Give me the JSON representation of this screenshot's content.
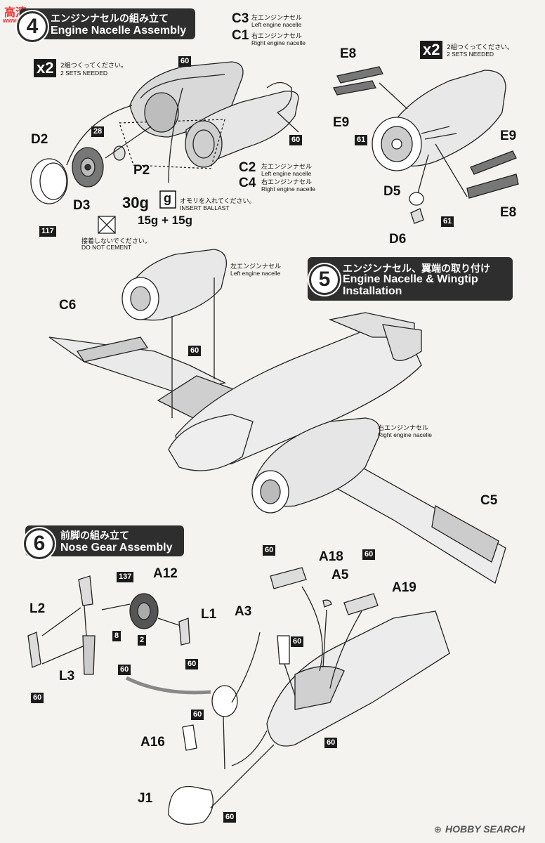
{
  "watermark": {
    "site_cn": "高清",
    "site_url": "www.hangbattle.com"
  },
  "step4": {
    "number": "4",
    "title_jp": "エンジンナセルの組み立て",
    "title_en": "Engine Nacelle Assembly"
  },
  "step5": {
    "number": "5",
    "title_jp": "エンジンナセル、翼端の取り付け",
    "title_en_1": "Engine Nacelle & Wingtip",
    "title_en_2": "Installation"
  },
  "step6": {
    "number": "6",
    "title_jp": "前脚の組み立て",
    "title_en": "Nose Gear Assembly"
  },
  "sets": {
    "multiplier": "x2",
    "jp": "2組つくってください。",
    "en": "2 SETS NEEDED"
  },
  "nacelle_notes": {
    "left_jp": "左エンジンナセル",
    "left_en": "Left engine nacelle",
    "right_jp": "右エンジンナセル",
    "right_en": "Right engine nacelle"
  },
  "ballast": {
    "weight": "30g",
    "icon_letter": "g",
    "jp": "オモリを入れてください。",
    "en": "INSERT BALLAST",
    "split": "15g + 15g"
  },
  "no_cement": {
    "jp": "接着しないでください。",
    "en": "DO NOT CEMENT"
  },
  "parts": {
    "C3": "C3",
    "C1": "C1",
    "C2": "C2",
    "C4": "C4",
    "D2": "D2",
    "D3": "D3",
    "P2": "P2",
    "E8": "E8",
    "E9": "E9",
    "D5": "D5",
    "D6": "D6",
    "C6": "C6",
    "C5": "C5",
    "L2": "L2",
    "L1": "L1",
    "L3": "L3",
    "A12": "A12",
    "A3": "A3",
    "A18": "A18",
    "A5": "A5",
    "A19": "A19",
    "A16": "A16",
    "J1": "J1"
  },
  "paint_codes": {
    "c60": "60",
    "c28": "28",
    "c117": "117",
    "c61": "61",
    "c137": "137",
    "c8": "8",
    "c2": "2"
  },
  "footer": {
    "brand": "HOBBY SEARCH"
  }
}
